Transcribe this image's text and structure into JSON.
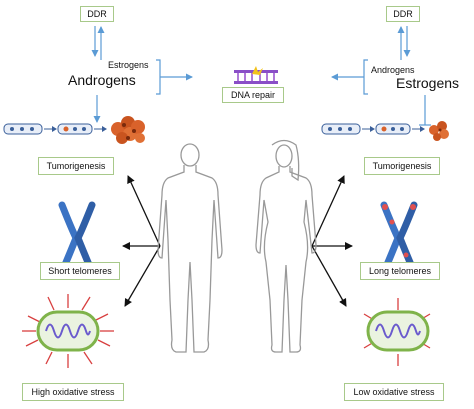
{
  "left": {
    "ddr": "DDR",
    "hormone_small": "Estrogens",
    "hormone_large": "Androgens",
    "tumorigenesis": "Tumorigenesis",
    "telomeres": "Short telomeres",
    "oxidative": "High oxidative stress"
  },
  "right": {
    "ddr": "DDR",
    "hormone_small": "Androgens",
    "hormone_large": "Estrogens",
    "tumorigenesis": "Tumorigenesis",
    "telomeres": "Long telomeres",
    "oxidative": "Low oxidative stress"
  },
  "center": {
    "dna_repair": "DNA repair"
  },
  "colors": {
    "arrow_blue": "#5b9bd5",
    "arrow_black": "#111111",
    "box_border": "#a8c98a",
    "chromosome": "#3b73c4",
    "chromosome_mark": "#e05050",
    "tumor": "#d9622b",
    "mito_outer": "#7fb34a",
    "mito_inner": "#6a5acd",
    "ros_rays": "#d84040",
    "silhouette": "#999999"
  },
  "icons": [
    "dna-helix-icon",
    "cell-chain-icon",
    "tumor-mass-icon",
    "chromosome-icon",
    "mitochondrion-icon",
    "male-silhouette-icon",
    "female-silhouette-icon"
  ]
}
